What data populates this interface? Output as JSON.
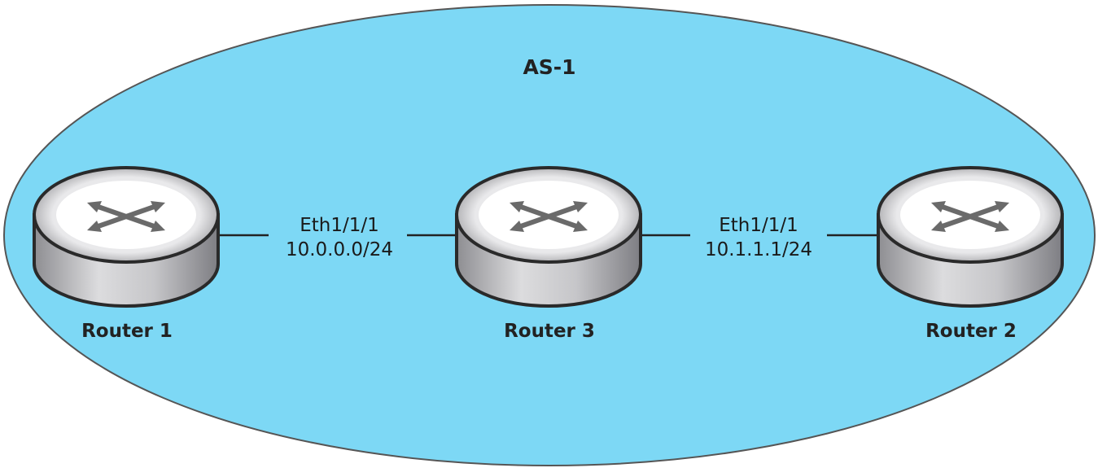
{
  "diagram": {
    "area": {
      "label": "AS-1",
      "fill": "#7dd8f5",
      "stroke": "#555555"
    },
    "routers": [
      {
        "name": "Router 1",
        "icon": "router-icon"
      },
      {
        "name": "Router 3",
        "icon": "router-icon"
      },
      {
        "name": "Router 2",
        "icon": "router-icon"
      }
    ],
    "links": [
      {
        "from": "Router 1",
        "to": "Router 3",
        "interface": "Eth1/1/1",
        "network": "10.0.0.0/24"
      },
      {
        "from": "Router 3",
        "to": "Router 2",
        "interface": "Eth1/1/1",
        "network": "10.1.1.1/24"
      }
    ],
    "colors": {
      "router_body": "#c9c9cc",
      "router_top": "#ffffff",
      "router_arrows": "#6a6a6a",
      "link": "#222222"
    }
  }
}
